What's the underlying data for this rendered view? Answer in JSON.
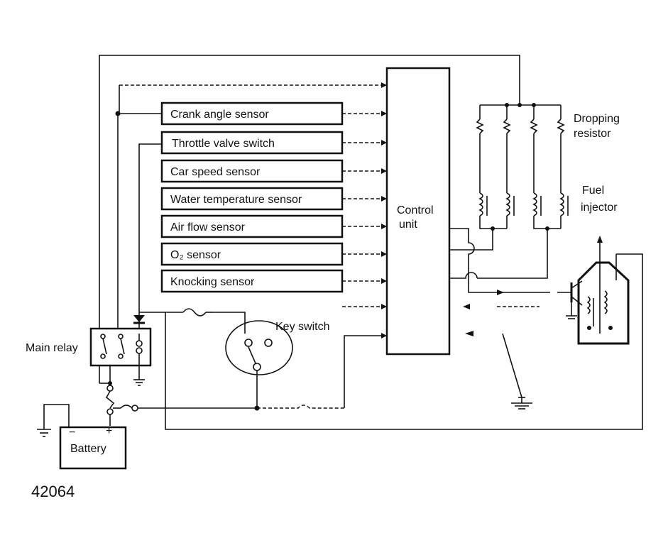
{
  "diagram": {
    "sensors": [
      "Crank angle sensor",
      "Throttle valve switch",
      "Car speed sensor",
      "Water temperature sensor",
      "Air flow sensor",
      "O₂ sensor",
      "Knocking sensor"
    ],
    "control_unit": {
      "line1": "Control",
      "line2": "unit"
    },
    "dropping_resistor": {
      "line1": "Dropping",
      "line2": "resistor"
    },
    "fuel_injector": {
      "line1": "Fuel",
      "line2": "injector"
    },
    "key_switch": "Key switch",
    "main_relay": "Main relay",
    "battery": "Battery",
    "figure_number": "42064"
  }
}
